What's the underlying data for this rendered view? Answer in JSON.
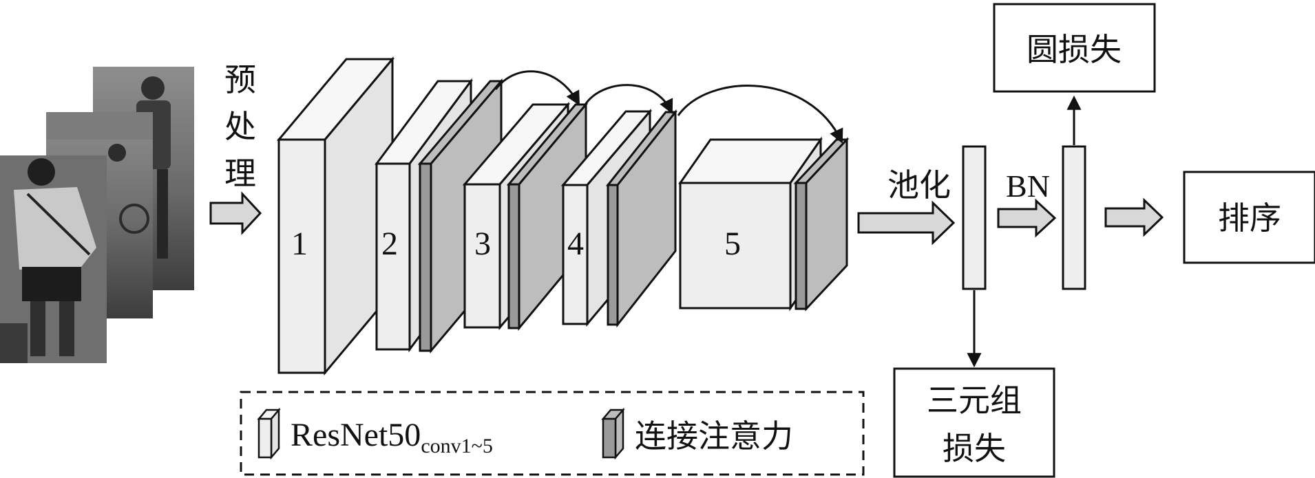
{
  "labels": {
    "preprocess": [
      "预",
      "处",
      "理"
    ],
    "pooling": "池化",
    "bn": "BN",
    "circle_loss": "圆损失",
    "ranking": "排序",
    "triplet_loss_line1": "三元组",
    "triplet_loss_line2": "损失"
  },
  "blocks": [
    "1",
    "2",
    "3",
    "4",
    "5"
  ],
  "legend": {
    "resnet_main": "ResNet50",
    "resnet_sub": "conv1~5",
    "attention": "连接注意力"
  },
  "colors": {
    "stroke": "#111111",
    "block_face": "#eeeeee",
    "block_top": "#f7f7f7",
    "block_side": "#e4e4e4",
    "attention_face": "#9a9a9a",
    "attention_side": "#bdbdbd",
    "arrow_fill": "#d8d8d8"
  }
}
